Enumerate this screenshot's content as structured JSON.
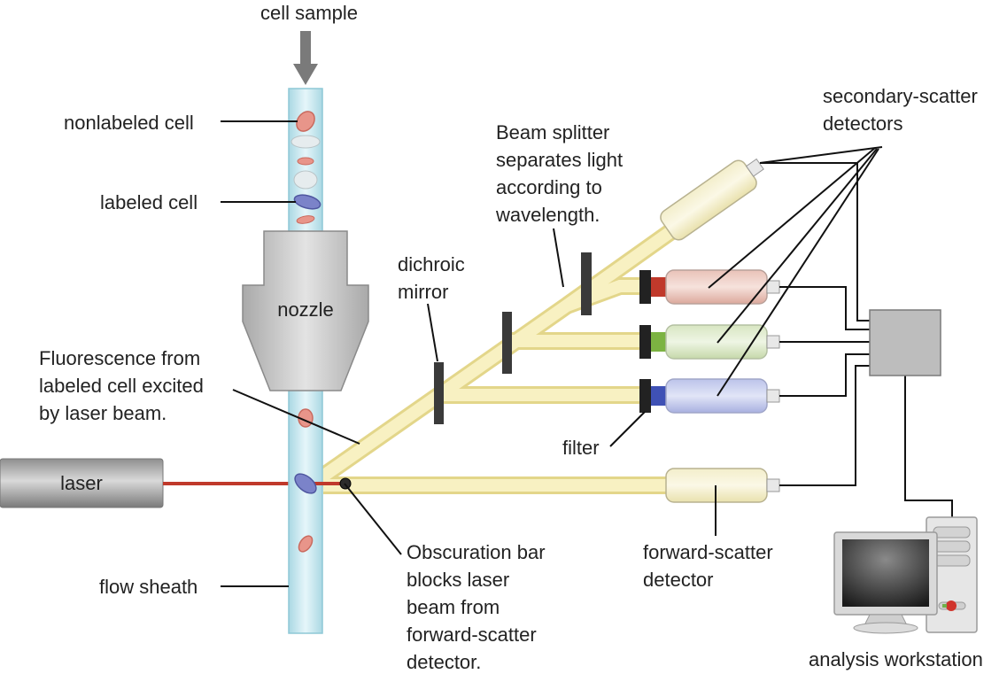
{
  "labels": {
    "cell_sample": "cell sample",
    "nonlabeled_cell": "nonlabeled cell",
    "labeled_cell": "labeled cell",
    "nozzle": "nozzle",
    "laser": "laser",
    "flow_sheath": "flow sheath",
    "fluorescence": [
      "Fluorescence from",
      "labeled cell excited",
      "by laser beam."
    ],
    "dichroic_mirror": [
      "dichroic",
      "mirror"
    ],
    "beam_splitter": [
      "Beam splitter",
      "separates light",
      "according to",
      "wavelength."
    ],
    "secondary_scatter": [
      "secondary-scatter",
      "detectors"
    ],
    "filter": "filter",
    "obscuration_bar": [
      "Obscuration bar",
      "blocks laser",
      "beam from",
      "forward-scatter",
      "detector."
    ],
    "forward_scatter": [
      "forward-scatter",
      "detector"
    ],
    "analysis_workstation": "analysis workstation"
  },
  "colors": {
    "beam": "#f2e8a8",
    "laser_beam": "#c0392b",
    "red_filter": "#c0392b",
    "green_filter": "#7cb342",
    "blue_filter": "#3f51b5",
    "labeled_cell": "#7b83c9",
    "nonlabeled_cell": "#e07a6e",
    "sheath": "#c9e8ef"
  }
}
